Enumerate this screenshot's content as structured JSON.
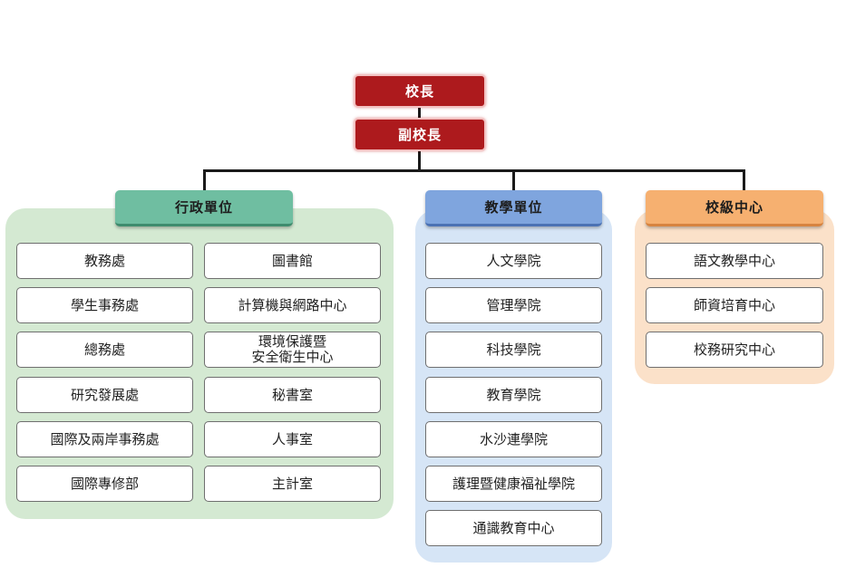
{
  "top": {
    "principal": "校長",
    "vice_principal": "副校長"
  },
  "admin": {
    "header": "行政單位",
    "left": [
      "教務處",
      "學生事務處",
      "總務處",
      "研究發展處",
      "國際及兩岸事務處",
      "國際專修部"
    ],
    "right": [
      "圖書館",
      "計算機與網路中心",
      "環境保護暨\n安全衛生中心",
      "秘書室",
      "人事室",
      "主計室"
    ]
  },
  "teaching": {
    "header": "教學單位",
    "items": [
      "人文學院",
      "管理學院",
      "科技學院",
      "教育學院",
      "水沙連學院",
      "護理暨健康福祉學院",
      "通識教育中心"
    ]
  },
  "centers": {
    "header": "校級中心",
    "items": [
      "語文教學中心",
      "師資培育中心",
      "校務研究中心"
    ]
  },
  "colors": {
    "top_box": "#ad1a1d",
    "admin_panel": "#d4e9d2",
    "admin_header": "#6fbea1",
    "teaching_panel": "#d6e5f6",
    "teaching_header": "#7fa5de",
    "center_panel": "#fbe1c9",
    "center_header": "#f6b070"
  }
}
